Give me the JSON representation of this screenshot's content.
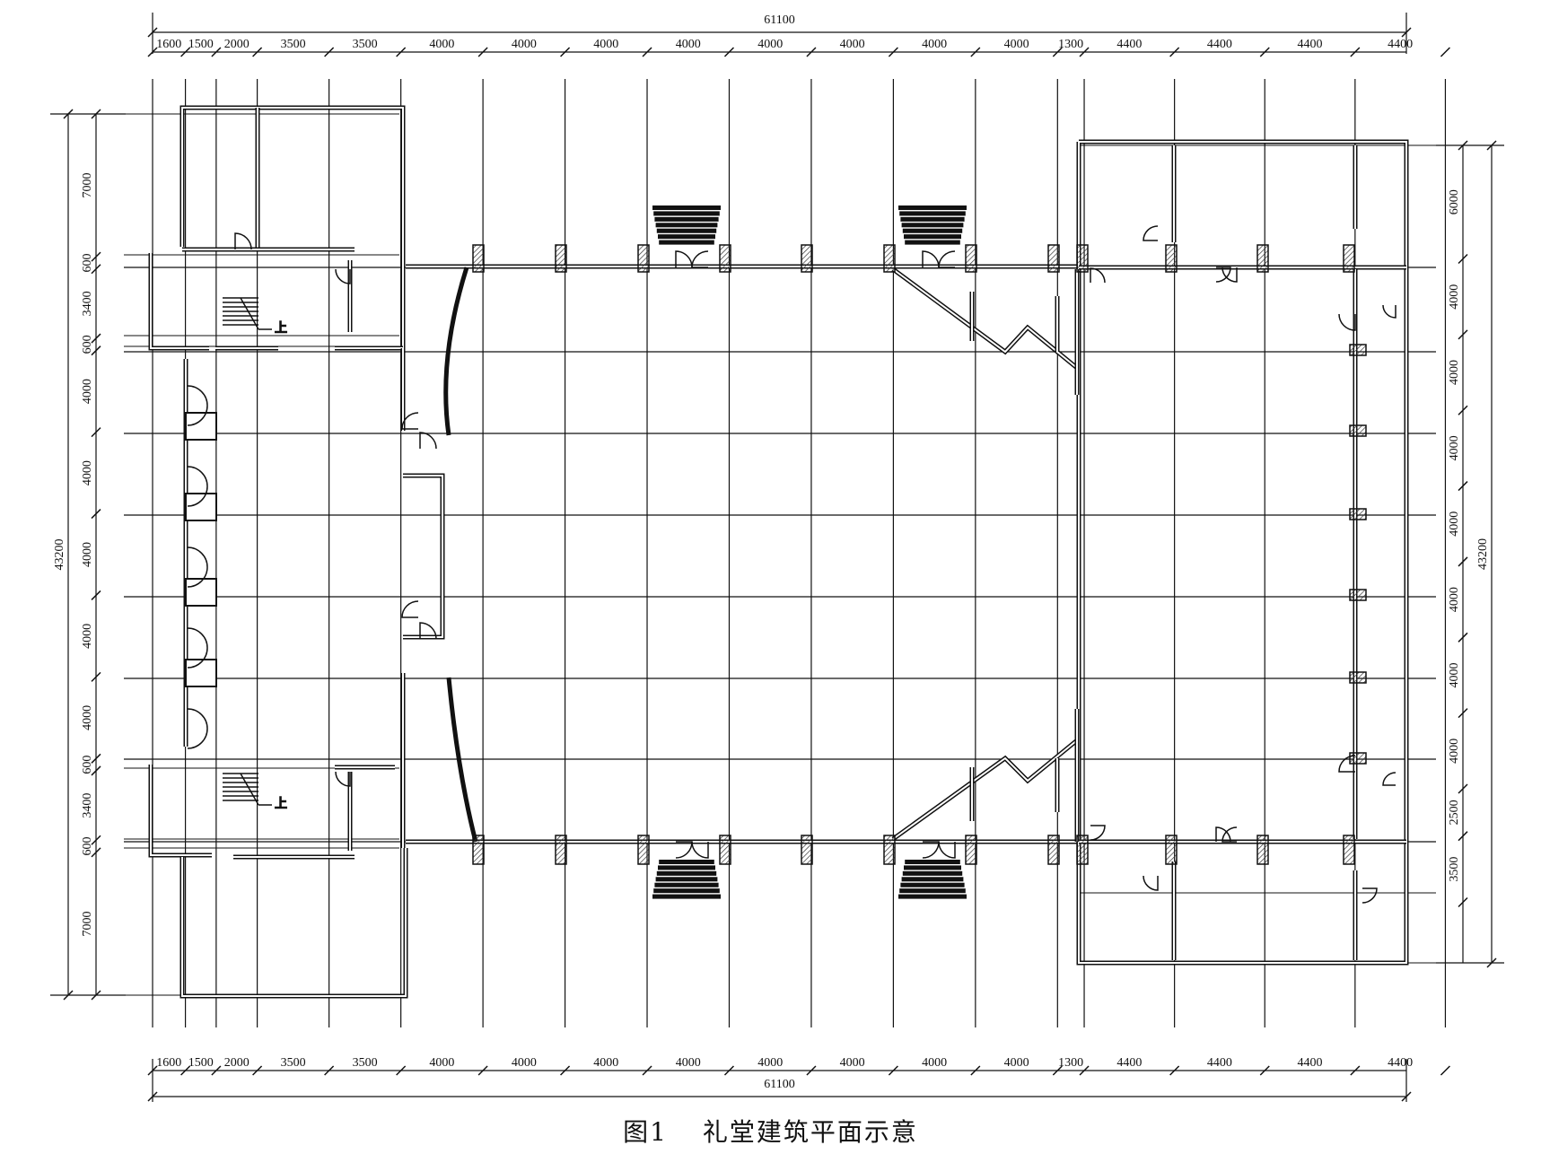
{
  "caption": {
    "figure_label": "图1",
    "title": "礼堂建筑平面示意"
  },
  "dimensions": {
    "total_width": "61100",
    "total_height": "43200",
    "x_segments": [
      1600,
      1500,
      2000,
      3500,
      3500,
      4000,
      4000,
      4000,
      4000,
      4000,
      4000,
      4000,
      4000,
      1300,
      4400,
      4400,
      4400,
      4400
    ],
    "left_y_segments": [
      7000,
      600,
      3400,
      600,
      4000,
      4000,
      4000,
      4000,
      4000,
      600,
      3400,
      600,
      7000
    ],
    "right_y_segments": [
      6000,
      4000,
      4000,
      4000,
      4000,
      4000,
      4000,
      4000,
      2500,
      3500
    ]
  },
  "stair_labels": [
    "上",
    "上"
  ],
  "colors": {
    "line": "#111111",
    "hatch": "#333333",
    "background": "#ffffff"
  }
}
